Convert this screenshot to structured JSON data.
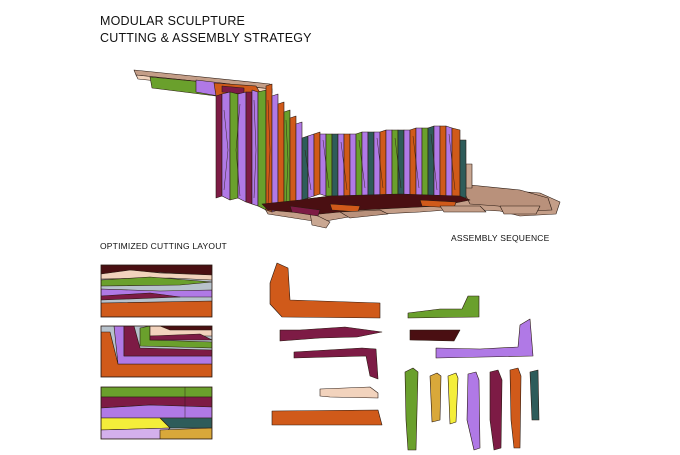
{
  "title": {
    "line1": "MODULAR SCULPTURE",
    "line2": "CUTTING & ASSEMBLY STRATEGY"
  },
  "labels": {
    "layout": "OPTIMIZED CUTTING LAYOUT",
    "sequence": "ASSEMBLY SEQUENCE"
  },
  "palette": {
    "green": "#6aa02c",
    "orange": "#d05a1a",
    "purple": "#b079e6",
    "maroon": "#7d1b45",
    "darkbrown": "#4a0f12",
    "peach": "#f2d3bd",
    "tan": "#c49e88",
    "teal": "#2e5c5a",
    "yellow": "#f4ee3a",
    "gold": "#d9a83a",
    "lightpurple": "#d4b0ec",
    "slate": "#b7c2cc"
  }
}
